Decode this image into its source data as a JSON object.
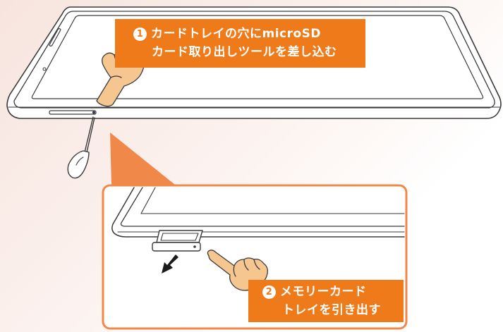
{
  "steps": [
    {
      "number": "1",
      "line1": "カードトレイの穴にmicroSD",
      "line2": "カード取り出しツールを差し込む"
    },
    {
      "number": "2",
      "line1": "メモリーカード",
      "line2": "トレイを引き出す"
    }
  ],
  "colors": {
    "accent": "#ef7a1a",
    "frame": "#f0884a",
    "outline": "#3a3a3a",
    "skin": "#f6c690"
  }
}
